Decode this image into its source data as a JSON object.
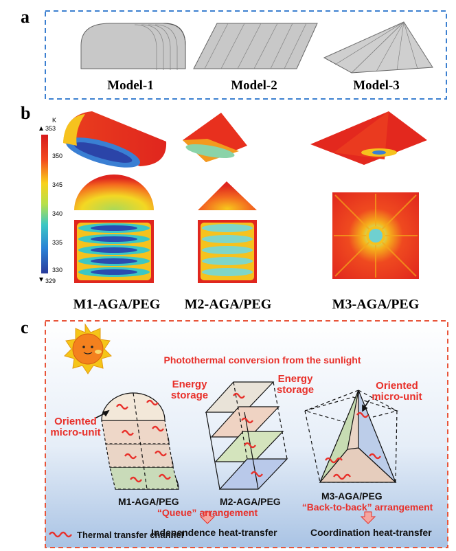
{
  "panel_a": {
    "letter": "a",
    "models": [
      "Model-1",
      "Model-2",
      "Model-3"
    ],
    "border_color": "#3b7fd0"
  },
  "panel_b": {
    "letter": "b",
    "colorbar": {
      "unit": "K",
      "max": "353",
      "min": "329",
      "ticks": [
        "350",
        "345",
        "340",
        "335",
        "330"
      ]
    },
    "samples": [
      "M1-AGA/PEG",
      "M2-AGA/PEG",
      "M3-AGA/PEG"
    ]
  },
  "panel_c": {
    "letter": "c",
    "border_color": "#e8553a",
    "title": "Photothermal conversion from the sunlight",
    "energy_storage_1": [
      "Energy",
      "storage"
    ],
    "energy_storage_2": [
      "Energy",
      "storage"
    ],
    "oriented_left": [
      "Oriented",
      "micro-unit"
    ],
    "oriented_right": [
      "Oriented",
      "micro-unit"
    ],
    "m1_label": "M1-AGA/PEG",
    "m2_label": "M2-AGA/PEG",
    "m3_label": "M3-AGA/PEG",
    "queue": "“Queue” arrangement",
    "back_to_back": "“Back-to-back” arrangement",
    "independence": "Independence heat-transfer",
    "coordination": "Coordination heat-transfer",
    "legend": "Thermal transfer channel",
    "accent": "#e8302a"
  }
}
